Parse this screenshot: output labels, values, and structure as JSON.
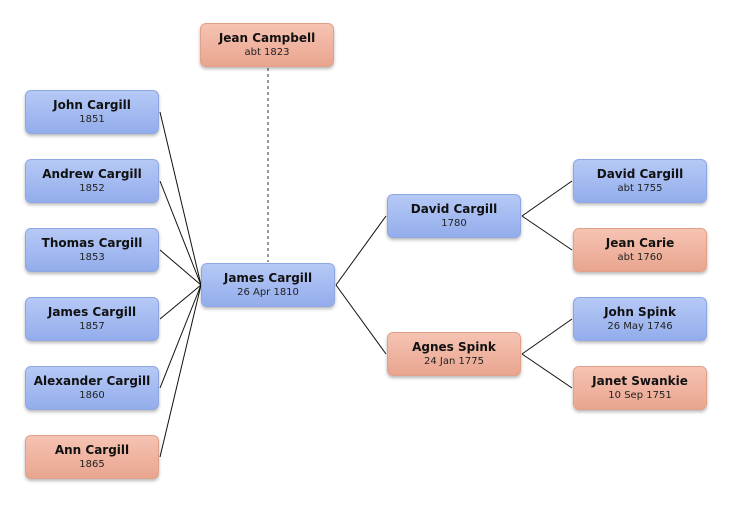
{
  "spouse": {
    "name": "Jean Campbell",
    "date": "abt 1823",
    "gender": "female"
  },
  "subject": {
    "name": "James Cargill",
    "date": "26 Apr 1810",
    "gender": "male"
  },
  "children": [
    {
      "name": "John Cargill",
      "date": "1851",
      "gender": "male"
    },
    {
      "name": "Andrew Cargill",
      "date": "1852",
      "gender": "male"
    },
    {
      "name": "Thomas Cargill",
      "date": "1853",
      "gender": "male"
    },
    {
      "name": "James Cargill",
      "date": "1857",
      "gender": "male"
    },
    {
      "name": "Alexander Cargill",
      "date": "1860",
      "gender": "male"
    },
    {
      "name": "Ann Cargill",
      "date": "1865",
      "gender": "female"
    }
  ],
  "parents": {
    "father": {
      "name": "David Cargill",
      "date": "1780",
      "gender": "male"
    },
    "mother": {
      "name": "Agnes Spink",
      "date": "24 Jan 1775",
      "gender": "female"
    }
  },
  "grandparents": {
    "paternal_grandfather": {
      "name": "David Cargill",
      "date": "abt 1755",
      "gender": "male"
    },
    "paternal_grandmother": {
      "name": "Jean Carie",
      "date": "abt 1760",
      "gender": "female"
    },
    "maternal_grandfather": {
      "name": "John Spink",
      "date": "26 May 1746",
      "gender": "male"
    },
    "maternal_grandmother": {
      "name": "Janet Swankie",
      "date": "10 Sep 1751",
      "gender": "female"
    }
  },
  "colors": {
    "male_fill": "#a3baf1",
    "female_fill": "#efb39f",
    "connector": "#111111",
    "spouse_connector": "#555555"
  }
}
